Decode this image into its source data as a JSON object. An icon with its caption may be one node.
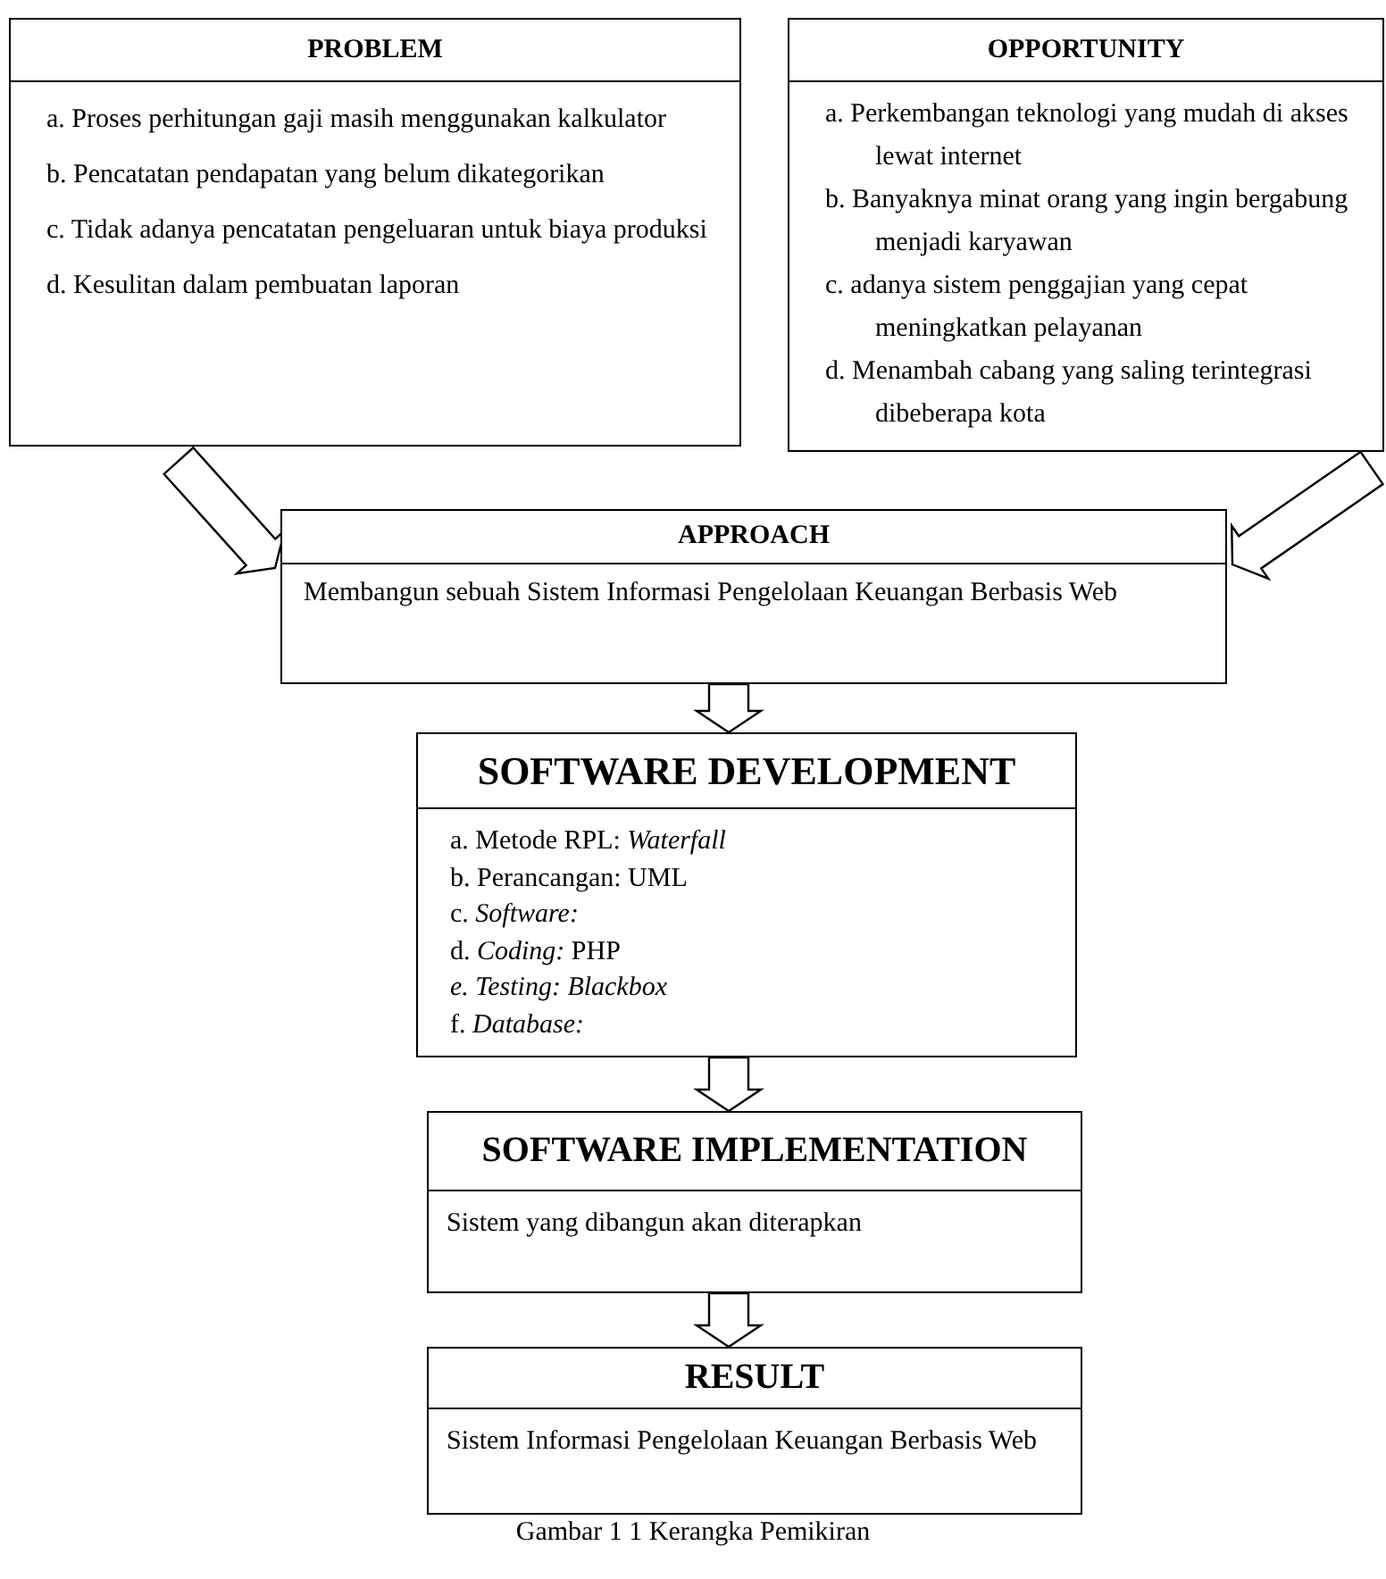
{
  "diagram": {
    "caption": "Gambar 1 1 Kerangka Pemikiran",
    "nodes": [
      {
        "text": [
          "PROBLEM",
          "a. Proses perhitungan gaji masih menggunakan kalkulator",
          "b. Pencatatan pendapatan yang belum dikategorikan",
          "c. Tidak adanya pencatatan pengeluaran untuk biaya produksi",
          "d. Kesulitan dalam pembuatan laporan"
        ]
      },
      {
        "text": [
          "OPPORTUNITY",
          "a. Perkembangan teknologi yang mudah di akses lewat internet",
          "b. Banyaknya minat orang yang ingin bergabung menjadi karyawan",
          "c. adanya sistem penggajian yang cepat meningkatkan pelayanan",
          "d. Menambah cabang yang saling terintegrasi dibeberapa kota"
        ]
      },
      {
        "text": [
          "APPROACH",
          "Membangun sebuah Sistem Informasi Pengelolaan Keuangan Berbasis Web"
        ]
      },
      {
        "text": [
          "SOFTWARE DEVELOPMENT",
          "a. Metode RPL: *Waterfall*",
          "b. Perancangan: UML",
          "c. *Software:*",
          "d. *Coding:* PHP",
          "*e. Testing: Blackbox*",
          "f. *Database:*"
        ]
      },
      {
        "text": [
          "SOFTWARE IMPLEMENTATION",
          "Sistem yang dibangun akan diterapkan"
        ]
      },
      {
        "text": [
          "RESULT",
          "Sistem Informasi Pengelolaan Keuangan Berbasis Web"
        ]
      }
    ],
    "edges": [
      {
        "from": 0,
        "to": 2,
        "arrow": "to"
      },
      {
        "from": 1,
        "to": 2,
        "arrow": "to"
      },
      {
        "from": 2,
        "to": 3,
        "arrow": "to"
      },
      {
        "from": 3,
        "to": 4,
        "arrow": "to"
      },
      {
        "from": 4,
        "to": 5,
        "arrow": "to"
      }
    ]
  }
}
